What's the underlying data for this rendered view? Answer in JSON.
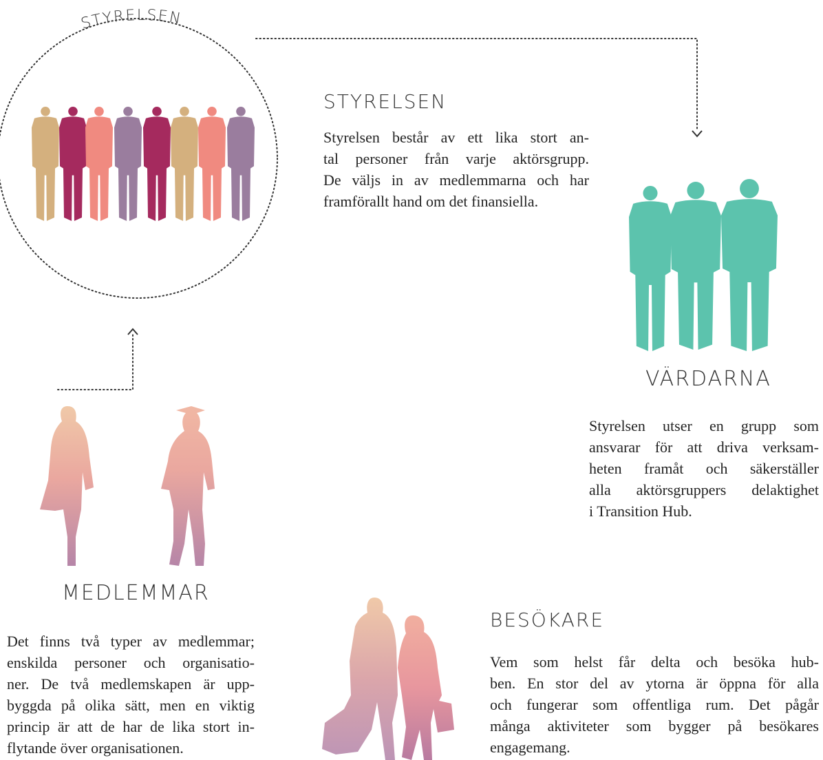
{
  "board": {
    "circle_label": "STYRELSEN",
    "heading": "STYRELSEN",
    "text_lines": [
      "Styrelsen består av ett lika stort an-",
      "tal personer från varje aktörsgrupp.",
      "De väljs in av medlemmarna och har",
      "framförallt hand om det finansiella."
    ],
    "figure_colors": [
      "#d4b07e",
      "#a52a5e",
      "#f08a80",
      "#9a7d9e",
      "#a52a5e",
      "#d4b07e",
      "#f08a80",
      "#9a7d9e"
    ]
  },
  "hosts": {
    "heading": "VÄRDARNA",
    "text_lines": [
      "Styrelsen utser en grupp som",
      "ansvarar för att driva verksam-",
      "heten framåt och säkerställer",
      "alla aktörsgruppers delaktighet",
      "i Transition Hub."
    ],
    "color": "#5cc3ad"
  },
  "members": {
    "heading": "MEDLEMMAR",
    "text_lines": [
      "Det finns två typer av medlemmar;",
      "enskilda personer och organisatio-",
      "ner. De två medlemskapen är upp-",
      "byggda på olika sätt, men en viktig",
      "princip är att de har de lika stort in-",
      "flytande över organisationen."
    ]
  },
  "visitors": {
    "heading": "BESÖKARE",
    "text_lines": [
      "Vem som helst får delta och besöka hub-",
      "ben. En stor del av ytorna är öppna för alla",
      "och fungerar som offentliga rum. Det pågår",
      "många aktiviteter som bygger på besökares",
      "engagemang."
    ]
  }
}
